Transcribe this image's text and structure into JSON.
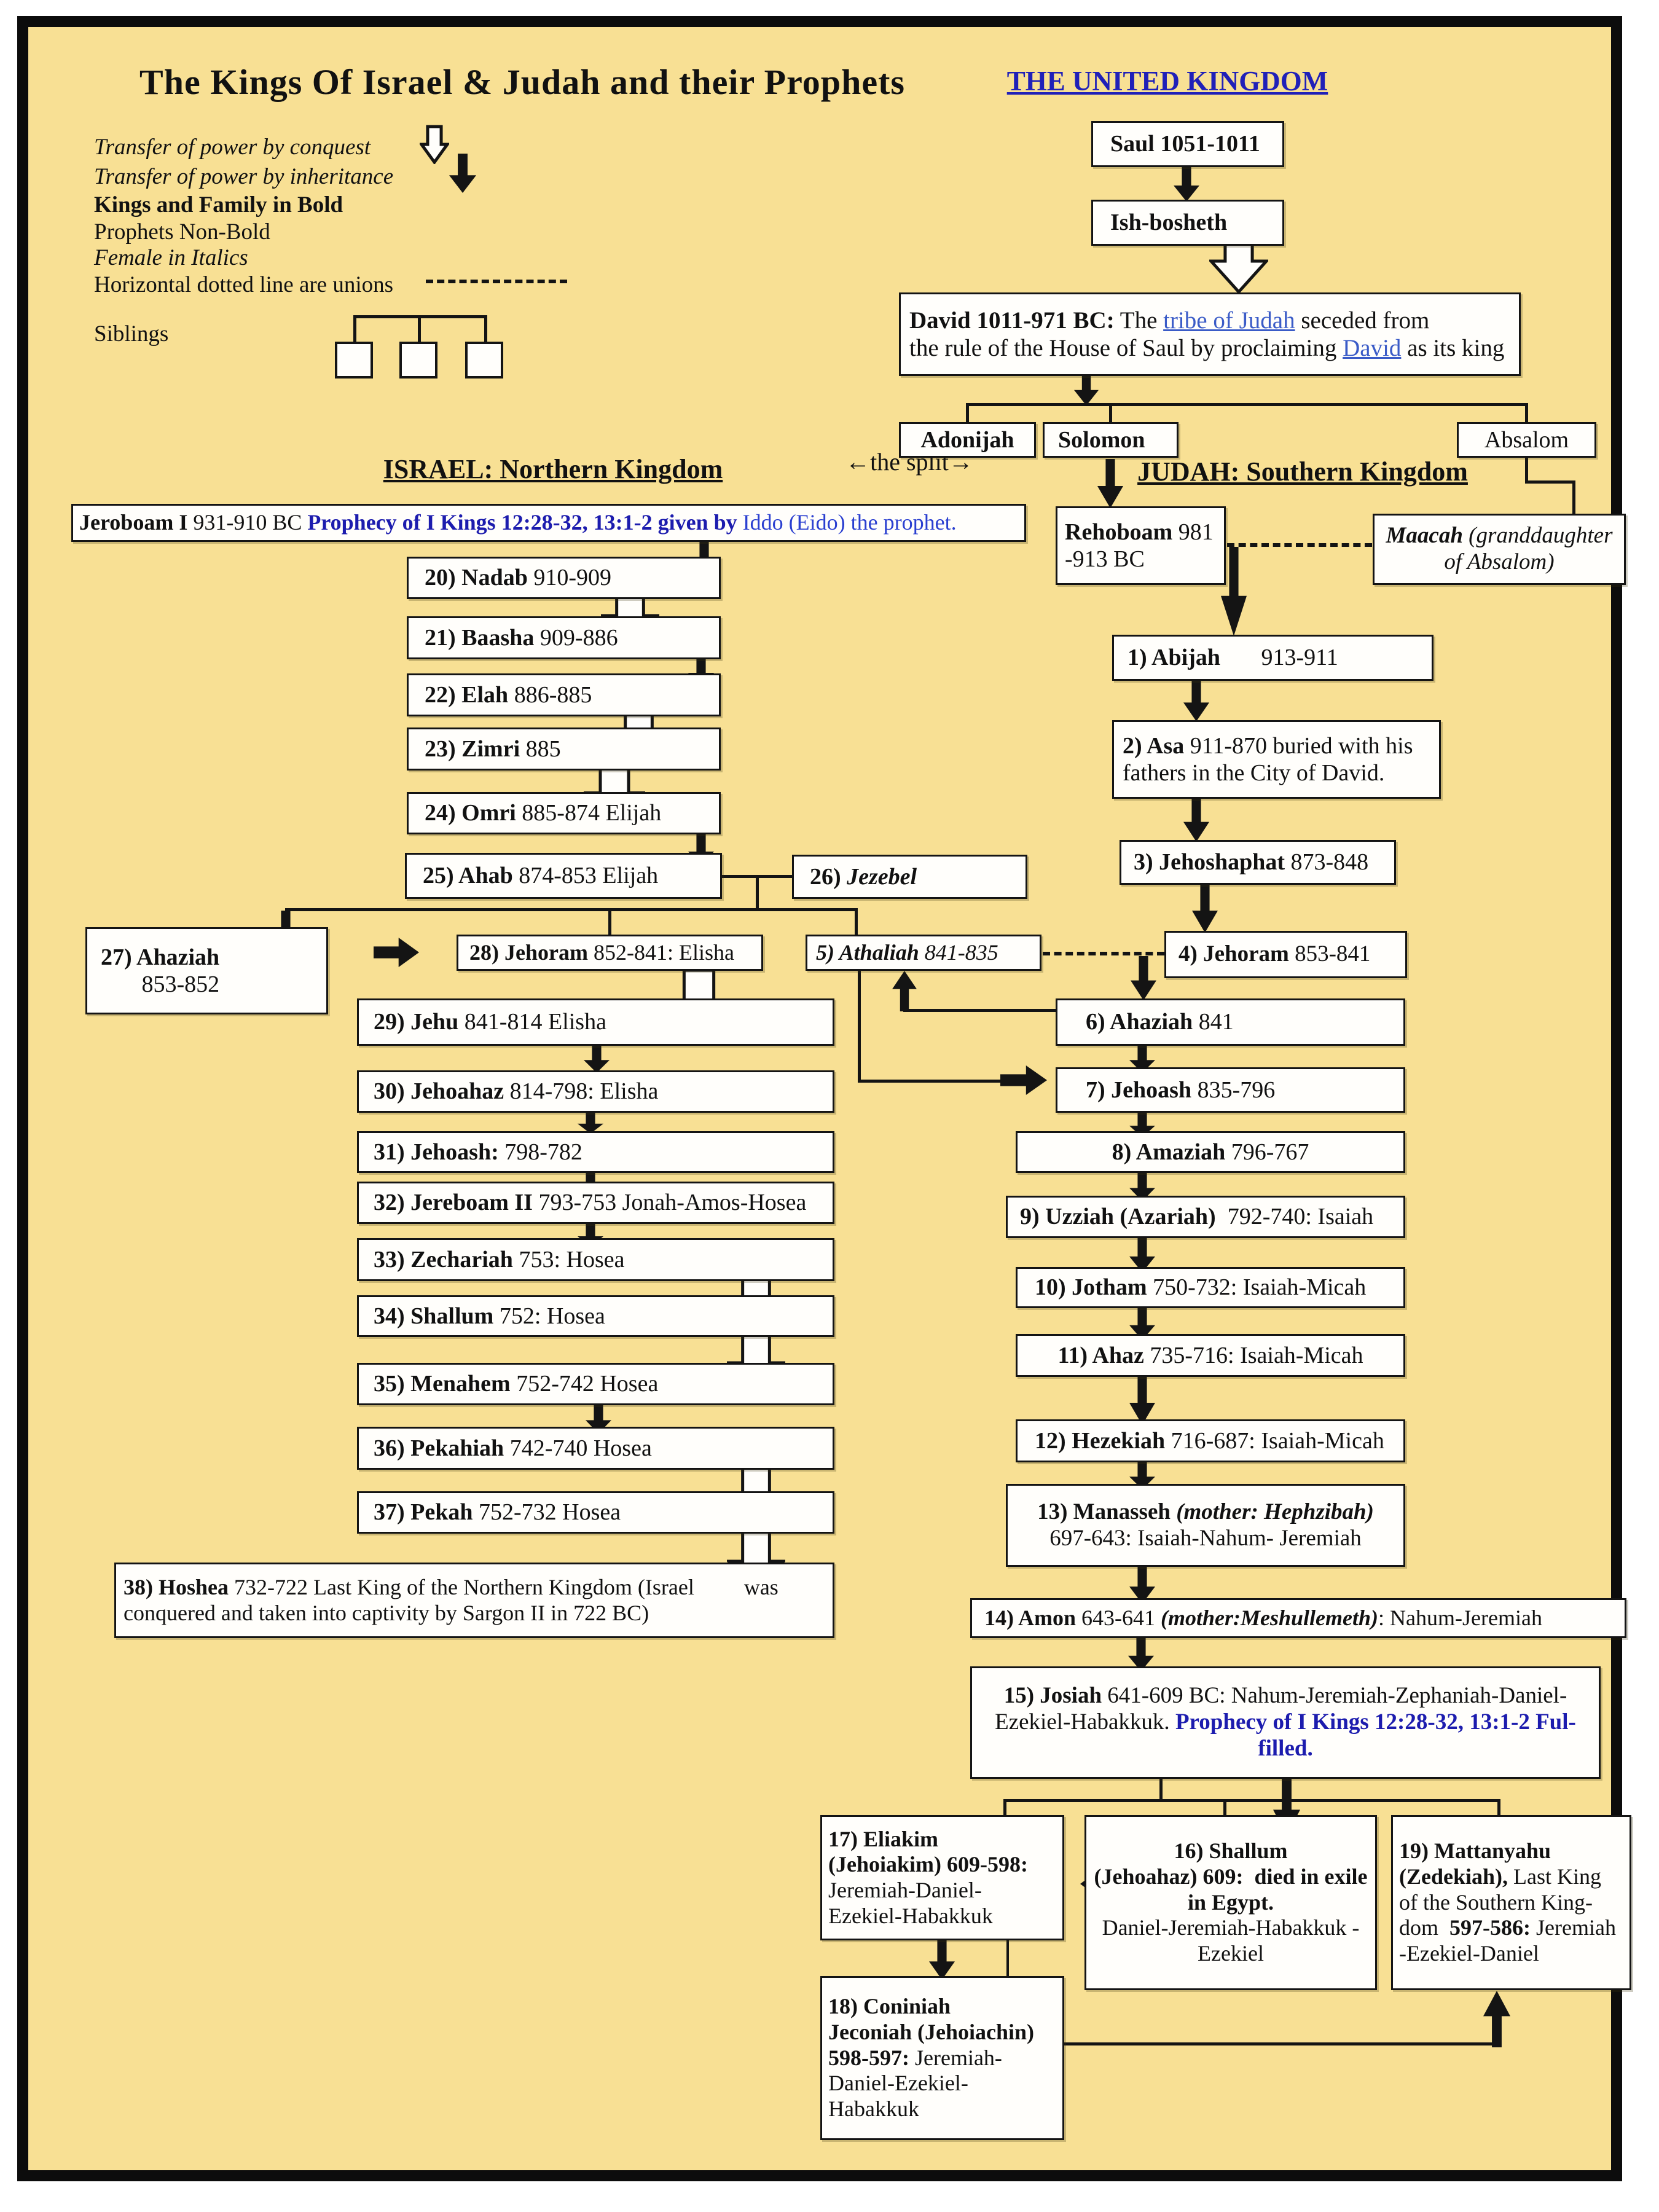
{
  "title": "The Kings Of Israel & Judah and their Prophets",
  "colors": {
    "background": "#f8e094",
    "heading_blue": "#2020b8",
    "link_blue": "#3a5bc7",
    "prophecy_blue": "#1c1cae",
    "box_fill": "#fffefb",
    "line": "#141414"
  },
  "headers": {
    "united_kingdom": "THE UNITED KINGDOM",
    "israel": "ISRAEL: Northern Kingdom",
    "judah": "JUDAH: Southern Kingdom",
    "split": "←the split→"
  },
  "legend": {
    "conquest": "Transfer of power by conquest",
    "inheritance": "Transfer of power by inheritance",
    "kings_bold": "Kings and Family in Bold",
    "prophets": "Prophets Non-Bold",
    "female": "Female in Italics",
    "unions": "Horizontal dotted line are unions",
    "siblings": "Siblings"
  },
  "nodes": [
    {
      "id": "saul",
      "segments": [
        {
          "t": "Saul 1051-1011",
          "s": "b"
        }
      ]
    },
    {
      "id": "ishbosheth",
      "segments": [
        {
          "t": "Ish-bosheth",
          "s": "b"
        }
      ]
    },
    {
      "id": "david",
      "segments": [
        {
          "t": "David 1011-971 BC:",
          "s": "b"
        },
        {
          "t": " The ",
          "s": "n"
        },
        {
          "t": "tribe of Judah",
          "s": "link"
        },
        {
          "t": " seceded from\nthe rule of the House of Saul by proclaiming ",
          "s": "n"
        },
        {
          "t": "David",
          "s": "link"
        },
        {
          "t": " as its king",
          "s": "n"
        }
      ]
    },
    {
      "id": "adonijah",
      "segments": [
        {
          "t": "Adonijah",
          "s": "b"
        }
      ]
    },
    {
      "id": "solomon",
      "segments": [
        {
          "t": "Solomon",
          "s": "b"
        }
      ]
    },
    {
      "id": "absalom",
      "segments": [
        {
          "t": "Absalom",
          "s": "n"
        }
      ]
    },
    {
      "id": "rehoboam",
      "segments": [
        {
          "t": "Rehoboam",
          "s": "b"
        },
        {
          "t": " 981\n-913 BC",
          "s": "n"
        }
      ]
    },
    {
      "id": "maacah",
      "segments": [
        {
          "t": "Maacah",
          "s": "bi"
        },
        {
          "t": " (granddaughter\nof Absalom)",
          "s": "i"
        }
      ]
    },
    {
      "id": "jeroboam",
      "segments": [
        {
          "t": "Jeroboam I",
          "s": "b"
        },
        {
          "t": " 931-910 BC ",
          "s": "n"
        },
        {
          "t": "Prophecy of I Kings 12:28-32, 13:1-2 given by ",
          "s": "blueb"
        },
        {
          "t": "Iddo (Eido) the prophet.",
          "s": "blue"
        }
      ]
    },
    {
      "id": "n20",
      "segments": [
        {
          "t": "20) Nadab",
          "s": "b"
        },
        {
          "t": " 910-909",
          "s": "n"
        }
      ]
    },
    {
      "id": "n21",
      "segments": [
        {
          "t": "21) Baasha",
          "s": "b"
        },
        {
          "t": " 909-886",
          "s": "n"
        }
      ]
    },
    {
      "id": "n22",
      "segments": [
        {
          "t": "22) Elah",
          "s": "b"
        },
        {
          "t": " 886-885",
          "s": "n"
        }
      ]
    },
    {
      "id": "n23",
      "segments": [
        {
          "t": "23) Zimri",
          "s": "b"
        },
        {
          "t": " 885",
          "s": "n"
        }
      ]
    },
    {
      "id": "n24",
      "segments": [
        {
          "t": "24) Omri",
          "s": "b"
        },
        {
          "t": " 885-874 Elijah",
          "s": "n"
        }
      ]
    },
    {
      "id": "n25",
      "segments": [
        {
          "t": "25) Ahab",
          "s": "b"
        },
        {
          "t": " 874-853 Elijah",
          "s": "n"
        }
      ]
    },
    {
      "id": "n26",
      "segments": [
        {
          "t": "26) ",
          "s": "b"
        },
        {
          "t": "Jezebel",
          "s": "bi"
        }
      ]
    },
    {
      "id": "n27",
      "segments": [
        {
          "t": "27) Ahaziah",
          "s": "b"
        },
        {
          "t": "\n       853-852",
          "s": "n"
        }
      ]
    },
    {
      "id": "n28",
      "segments": [
        {
          "t": "28) Jehoram",
          "s": "b"
        },
        {
          "t": " 852-841: Elisha",
          "s": "n"
        }
      ]
    },
    {
      "id": "n5",
      "segments": [
        {
          "t": "5) Athaliah",
          "s": "bi"
        },
        {
          "t": " 841-835",
          "s": "i"
        }
      ]
    },
    {
      "id": "n4",
      "segments": [
        {
          "t": "4) Jehoram",
          "s": "b"
        },
        {
          "t": " 853-841",
          "s": "n"
        }
      ]
    },
    {
      "id": "j1",
      "segments": [
        {
          "t": "1) Abijah",
          "s": "b"
        },
        {
          "t": "       913-911",
          "s": "n"
        }
      ]
    },
    {
      "id": "j2",
      "segments": [
        {
          "t": "2) Asa",
          "s": "b"
        },
        {
          "t": " 911-870 buried with his fathers in the City of David.",
          "s": "n"
        }
      ]
    },
    {
      "id": "j3",
      "segments": [
        {
          "t": "3) Jehoshaphat",
          "s": "b"
        },
        {
          "t": " 873-848",
          "s": "n"
        }
      ]
    },
    {
      "id": "n29",
      "segments": [
        {
          "t": "29) Jehu",
          "s": "b"
        },
        {
          "t": " 841-814 Elisha",
          "s": "n"
        }
      ]
    },
    {
      "id": "n30",
      "segments": [
        {
          "t": "30) Jehoahaz",
          "s": "b"
        },
        {
          "t": " 814-798: Elisha",
          "s": "n"
        }
      ]
    },
    {
      "id": "n31",
      "segments": [
        {
          "t": "31) Jehoash:",
          "s": "b"
        },
        {
          "t": " 798-782",
          "s": "n"
        }
      ]
    },
    {
      "id": "n32",
      "segments": [
        {
          "t": "32) Jereboam II",
          "s": "b"
        },
        {
          "t": " 793-753 Jonah-Amos-Hosea",
          "s": "n"
        }
      ]
    },
    {
      "id": "n33",
      "segments": [
        {
          "t": "33) Zechariah",
          "s": "b"
        },
        {
          "t": " 753: Hosea",
          "s": "n"
        }
      ]
    },
    {
      "id": "n34",
      "segments": [
        {
          "t": "34) Shallum",
          "s": "b"
        },
        {
          "t": " 752: Hosea",
          "s": "n"
        }
      ]
    },
    {
      "id": "n35",
      "segments": [
        {
          "t": "35) Menahem",
          "s": "b"
        },
        {
          "t": " 752-742 Hosea",
          "s": "n"
        }
      ]
    },
    {
      "id": "n36",
      "segments": [
        {
          "t": "36) Pekahiah",
          "s": "b"
        },
        {
          "t": " 742-740 Hosea",
          "s": "n"
        }
      ]
    },
    {
      "id": "n37",
      "segments": [
        {
          "t": "37) Pekah",
          "s": "b"
        },
        {
          "t": " 752-732 Hosea",
          "s": "n"
        }
      ]
    },
    {
      "id": "n38",
      "segments": [
        {
          "t": "38) Hoshea",
          "s": "b"
        },
        {
          "t": " 732-722 Last King of the Northern Kingdom (Israel         was conquered and taken into captivity by Sargon II in 722 BC)",
          "s": "n"
        }
      ]
    },
    {
      "id": "j6",
      "segments": [
        {
          "t": "6) Ahaziah",
          "s": "b"
        },
        {
          "t": " 841",
          "s": "n"
        }
      ]
    },
    {
      "id": "j7",
      "segments": [
        {
          "t": "7) Jehoash",
          "s": "b"
        },
        {
          "t": " 835-796",
          "s": "n"
        }
      ]
    },
    {
      "id": "j8",
      "segments": [
        {
          "t": "8) Amaziah",
          "s": "b"
        },
        {
          "t": " 796-767",
          "s": "n"
        }
      ]
    },
    {
      "id": "j9",
      "segments": [
        {
          "t": "9) Uzziah (Azariah)",
          "s": "b"
        },
        {
          "t": "  792-740: Isaiah",
          "s": "n"
        }
      ]
    },
    {
      "id": "j10",
      "segments": [
        {
          "t": "10) Jotham",
          "s": "b"
        },
        {
          "t": " 750-732: Isaiah-Micah",
          "s": "n"
        }
      ]
    },
    {
      "id": "j11",
      "segments": [
        {
          "t": "11) Ahaz",
          "s": "b"
        },
        {
          "t": " 735-716: Isaiah-Micah",
          "s": "n"
        }
      ]
    },
    {
      "id": "j12",
      "segments": [
        {
          "t": "12) Hezekiah",
          "s": "b"
        },
        {
          "t": " 716-687: Isaiah-Micah",
          "s": "n"
        }
      ]
    },
    {
      "id": "j13",
      "segments": [
        {
          "t": "13) Manasseh ",
          "s": "b"
        },
        {
          "t": "(mother: Hephzibah)",
          "s": "bi"
        },
        {
          "t": "\n697-643: Isaiah-Nahum- Jeremiah",
          "s": "n"
        }
      ]
    },
    {
      "id": "j14",
      "segments": [
        {
          "t": "14) Amon",
          "s": "b"
        },
        {
          "t": " 643-641 ",
          "s": "n"
        },
        {
          "t": "(mother:Meshullemeth)",
          "s": "bi"
        },
        {
          "t": ": Nahum-Jeremiah",
          "s": "n"
        }
      ]
    },
    {
      "id": "j15",
      "segments": [
        {
          "t": "15) Josiah",
          "s": "b"
        },
        {
          "t": " 641-609 BC: Nahum-Jeremiah-Zephaniah-Daniel-Ezekiel-Habakkuk. ",
          "s": "n"
        },
        {
          "t": "Prophecy of I Kings 12:28-32, 13:1-2 Ful-filled.",
          "s": "blueb"
        }
      ]
    },
    {
      "id": "j17",
      "segments": [
        {
          "t": "17) Eliakim\n(Jehoiakim) 609-598:",
          "s": "b"
        },
        {
          "t": "\nJeremiah-Daniel-\nEzekiel-Habakkuk",
          "s": "n"
        }
      ]
    },
    {
      "id": "j16",
      "segments": [
        {
          "t": "16) Shallum\n",
          "s": "b"
        },
        {
          "t": "(Jehoahaz) 609:  died in exile in Egypt.",
          "s": "b"
        },
        {
          "t": "\nDaniel-Jeremiah-Habakkuk -Ezekiel",
          "s": "n"
        }
      ]
    },
    {
      "id": "j19",
      "segments": [
        {
          "t": "19) Mattanyahu\n(Zedekiah),",
          "s": "b"
        },
        {
          "t": " Last King of the Southern King-dom  ",
          "s": "n"
        },
        {
          "t": "597-586:",
          "s": "b"
        },
        {
          "t": " Jeremiah -Ezekiel-Daniel",
          "s": "n"
        }
      ]
    },
    {
      "id": "j18",
      "segments": [
        {
          "t": "18) Coniniah\nJeconiah (Jehoiachin)\n598-597:",
          "s": "b"
        },
        {
          "t": " Jeremiah-\nDaniel-Ezekiel-\nHabakkuk",
          "s": "n"
        }
      ]
    }
  ]
}
